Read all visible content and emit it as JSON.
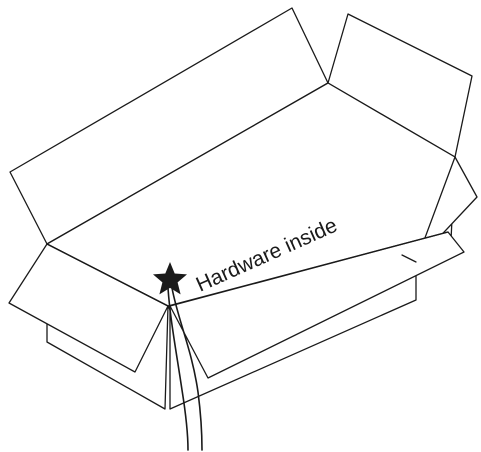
{
  "label": "Hardware inside",
  "icons": {
    "marker": "star-icon",
    "box": "open-box",
    "cable": "cable"
  },
  "colors": {
    "line": "#1a1a1a",
    "fill": "#ffffff",
    "marker": "#1a1a1a"
  }
}
